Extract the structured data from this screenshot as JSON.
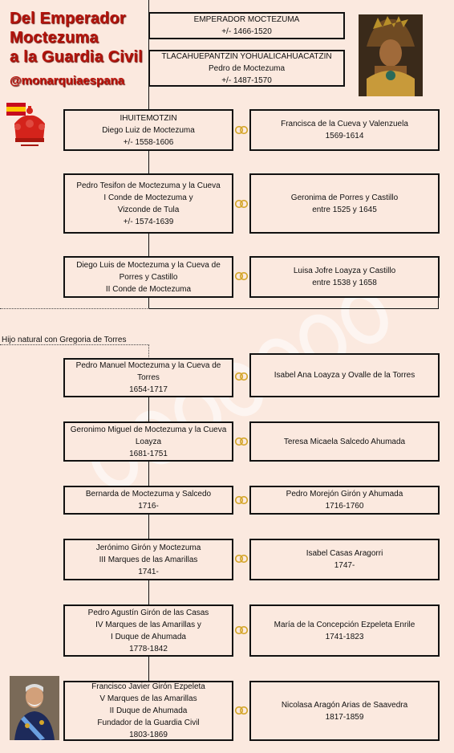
{
  "title": {
    "line1": "Del Emperador",
    "line2": "Moctezuma",
    "line3": "a la Guardia Civil",
    "handle": "@monarquiaespana"
  },
  "note": "Hijo natural con Gregoria de Torres",
  "persons": {
    "p1": [
      "EMPERADOR MOCTEZUMA",
      "+/- 1466-1520"
    ],
    "p2": [
      "TLACAHUEPANTZIN YOHUALICAHUACATZIN",
      "Pedro de Moctezuma",
      "+/- 1487-1570"
    ],
    "p3": [
      "IHUITEMOTZIN",
      "Diego Luiz de Moctezuma",
      "+/- 1558-1606"
    ],
    "s3": [
      "Francisca de la Cueva y Valenzuela",
      "1569-1614"
    ],
    "p4": [
      "Pedro Tesifon de Moctezuma y la Cueva",
      "I Conde de Moctezuma y",
      "Vizconde de Tula",
      "+/- 1574-1639"
    ],
    "s4": [
      "Geronima de Porres y Castillo",
      "entre 1525 y 1645"
    ],
    "p5": [
      "Diego Luis de Moctezuma y la Cueva de",
      "Porres y Castillo",
      "II Conde de Moctezuma"
    ],
    "s5": [
      "Luisa Jofre Loayza y Castillo",
      "entre 1538 y 1658"
    ],
    "p6": [
      "Pedro Manuel Moctezuma y la Cueva de",
      "Torres",
      "1654-1717"
    ],
    "s6": [
      "Isabel Ana Loayza y Ovalle de la Torres"
    ],
    "p7": [
      "Geronimo Miguel de Moctezuma y la Cueva",
      "Loayza",
      "1681-1751"
    ],
    "s7": [
      "Teresa Micaela Salcedo Ahumada"
    ],
    "p8": [
      "Bernarda de Moctezuma y Salcedo",
      "1716-"
    ],
    "s8": [
      "Pedro Morejón Girón y Ahumada",
      "1716-1760"
    ],
    "p9": [
      "Jerónimo Girón y Moctezuma",
      "III Marques de las Amarillas",
      "1741-"
    ],
    "s9": [
      "Isabel Casas Aragorri",
      "1747-"
    ],
    "p10": [
      "Pedro Agustín Girón de las Casas",
      "IV Marques de las Amarillas y",
      "I Duque de Ahumada",
      "1778-1842"
    ],
    "s10": [
      "María de la Concepción Ezpeleta Enrile",
      "1741-1823"
    ],
    "p11": [
      "Francisco Javier Girón Ezpeleta",
      "V Marques de las Amarillas",
      "II Duque de Ahumada",
      "Fundador de la Guardia Civil",
      "1803-1869"
    ],
    "s11": [
      "Nicolasa Aragón Arias de Saavedra",
      "1817-1859"
    ]
  },
  "colors": {
    "background": "#fbe9df",
    "title": "#b3140c",
    "border": "#111111",
    "rings": "#d4a62a"
  },
  "icons": [
    "crown-icon",
    "spanish-flag-icon",
    "wedding-rings-icon",
    "emperor-portrait",
    "general-portrait"
  ]
}
